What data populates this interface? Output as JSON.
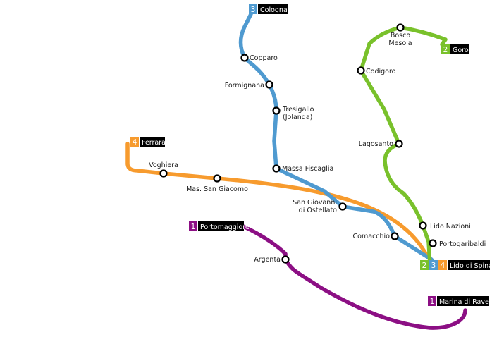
{
  "colors": {
    "line1": "#8c0f84",
    "line2": "#79c12b",
    "line3": "#4f9ad0",
    "line4": "#f79b2e",
    "terminal_bg": "#000000"
  },
  "lines": [
    {
      "number": "1",
      "color": "#8c0f84",
      "ends": [
        "Portomaggiore",
        "Marina di Ravenna"
      ]
    },
    {
      "number": "2",
      "color": "#79c12b",
      "ends": [
        "Goro",
        "Lido di Spina"
      ]
    },
    {
      "number": "3",
      "color": "#4f9ad0",
      "ends": [
        "Cologna",
        "Lido di Spina"
      ]
    },
    {
      "number": "4",
      "color": "#f79b2e",
      "ends": [
        "Ferrara",
        "Lido di Spina"
      ]
    }
  ],
  "terminals": {
    "cologna": {
      "badge": "3",
      "label": "Cologna"
    },
    "goro": {
      "badge": "2",
      "label": "Goro"
    },
    "ferrara": {
      "badge": "4",
      "label": "Ferrara"
    },
    "portomaggiore": {
      "badge": "1",
      "label": "Portomaggiore"
    },
    "marina": {
      "badge": "1",
      "label": "Marina di Ravenna"
    },
    "lido_spina": {
      "badges": [
        "2",
        "3",
        "4"
      ],
      "label": "Lido di Spina"
    }
  },
  "stations": {
    "copparo": "Copparo",
    "formignana": "Formignana",
    "tresigallo_1": "Tresigallo",
    "tresigallo_2": "(Jolanda)",
    "massa_fiscaglia": "Massa Fiscaglia",
    "voghiera": "Voghiera",
    "mas_san_giacomo": "Mas. San Giacomo",
    "san_giovanni_1": "San Giovanni",
    "san_giovanni_2": "di Ostellato",
    "comacchio": "Comacchio",
    "bosco_mesola_1": "Bosco",
    "bosco_mesola_2": "Mesola",
    "codigoro": "Codigoro",
    "lagosanto": "Lagosanto",
    "lido_nazioni": "Lido Nazioni",
    "portogaribaldi": "Portogaribaldi",
    "argenta": "Argenta"
  }
}
